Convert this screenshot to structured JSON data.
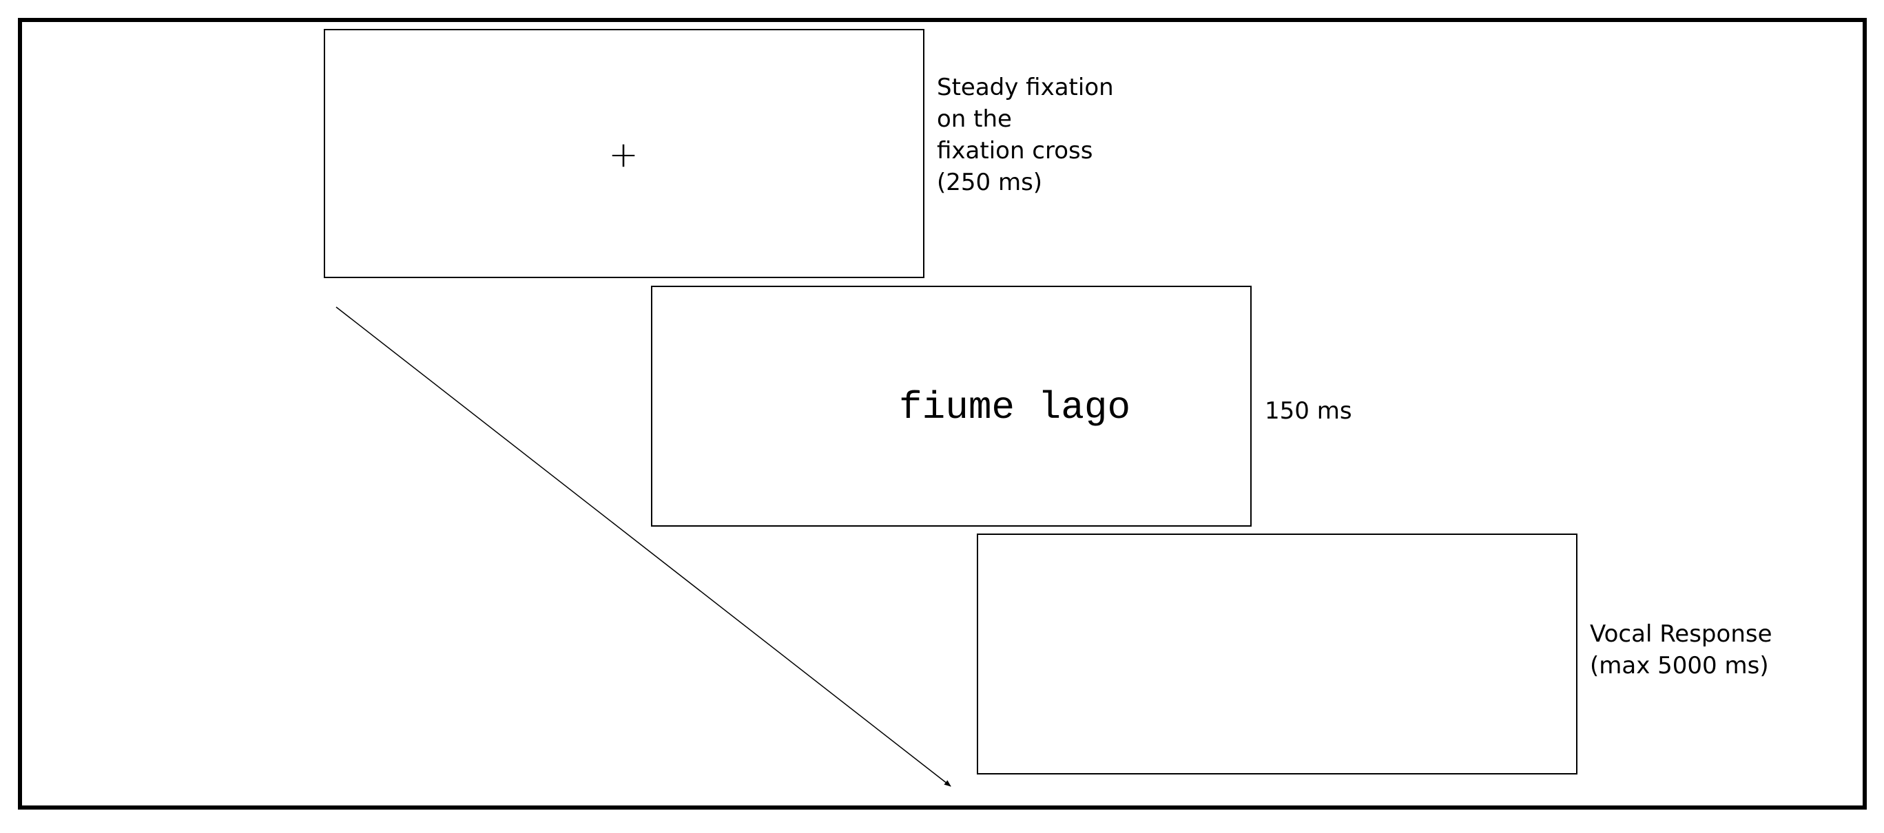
{
  "stimulus": {
    "fixation_symbol": "+",
    "word_pair": "fiume lago"
  },
  "captions": {
    "fixation_lines": [
      "Steady fixation",
      "on the",
      "fixation cross",
      "(250 ms)"
    ],
    "stimulus_duration": "150 ms",
    "response_lines": [
      "Vocal Response",
      "(max 5000 ms)"
    ]
  },
  "colors": {
    "line": "#000000",
    "background": "#ffffff"
  },
  "icons": {
    "time_arrow": "diagonal-arrow-icon"
  }
}
